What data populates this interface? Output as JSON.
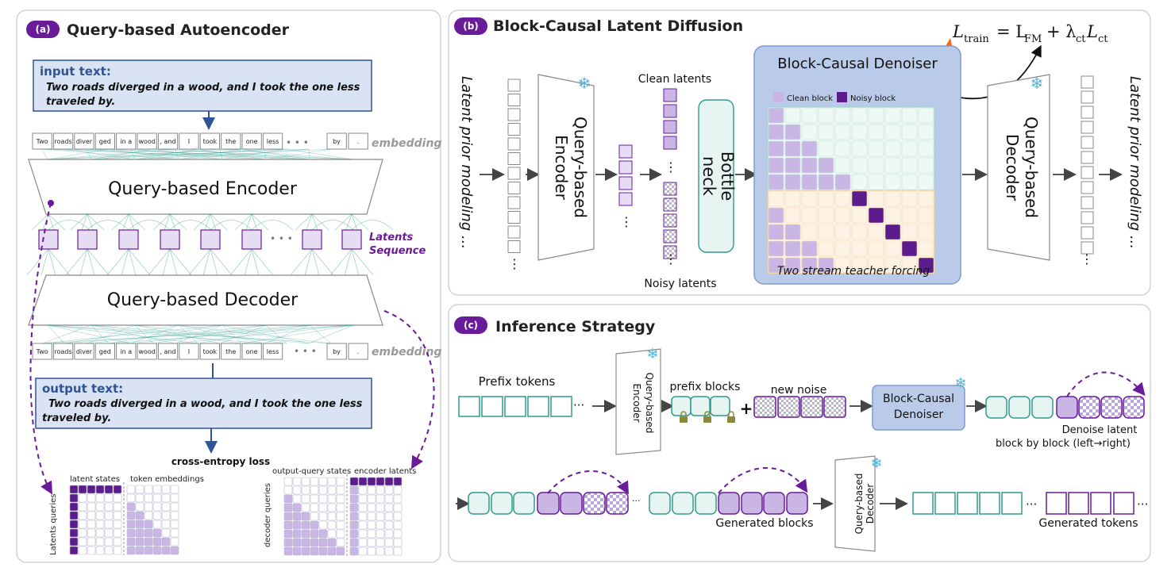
{
  "colors": {
    "panel_border": "#d2d2d2",
    "badge": "#6a1b9a",
    "lilac": "#c9b6e4",
    "light_lilac": "#e6dcf3",
    "dark_purple": "#5b1d8c",
    "teal": "#2e9c8c",
    "mint": "#e6f5f1",
    "box_blue": "#d9e3f4",
    "box_blue_border": "#2f5496",
    "denoiser_fill": "#b9cbe8",
    "denoiser_border": "#7f9ccf",
    "grey_text": "#9a9a9a",
    "cyan_icon": "#4fb5d8"
  },
  "panel_a": {
    "badge": "(a)",
    "title": "Query-based Autoencoder",
    "input_label": "input text:",
    "input_text_1": "Two roads diverged in a wood, and I took the one less",
    "input_text_2": "traveled by.",
    "tokens": [
      "Two",
      "roads",
      "diver",
      "ged",
      "in a",
      "wood",
      ", and",
      "I",
      "took",
      "the",
      "one",
      "less"
    ],
    "tokens_tail": [
      "by",
      "."
    ],
    "ellipsis": "• • •",
    "embedding_label": "embedding",
    "encoder_label": "Query-based Encoder",
    "decoder_label": "Query-based Decoder",
    "latents_label_1": "Latents",
    "latents_label_2": "Sequence",
    "latent_ellipsis": "• • •",
    "output_label": "output text:",
    "output_text_1": "Two roads diverged in a wood, and I took the one less",
    "output_text_2": "traveled by.",
    "loss_label": "cross-entropy loss",
    "mask1_label_a": "latent states",
    "mask1_label_b": "token embeddings",
    "mask1_side": "Latents queries",
    "mask2_label_a": "output-query states",
    "mask2_label_b": "encoder latents",
    "mask2_side": "decoder queries"
  },
  "panel_b": {
    "badge": "(b)",
    "title": "Block-Causal Latent Diffusion",
    "formula_lhs": "L",
    "formula_lhs_sub": "train",
    "formula_rhs": "= L",
    "formula_sub_fm": "FM",
    "formula_plus": "+ λ",
    "formula_sub_ct1": "ct",
    "formula_l": "L",
    "formula_sub_ct2": "ct",
    "left_vertical": "Latent prior modeling ...",
    "right_vertical": "Latent prior modeling ...",
    "encoder_label_1": "Query-based",
    "encoder_label_2": "Encoder",
    "decoder_label_1": "Query-based",
    "decoder_label_2": "Decoder",
    "clean_latents": "Clean latents",
    "noisy_latents": "Noisy latents",
    "bottleneck_1": "Bottle",
    "bottleneck_2": "neck",
    "denoiser_title": "Block-Causal Denoiser",
    "legend_clean": "Clean block",
    "legend_noisy": "Noisy block",
    "teacher_forcing": "Two stream teacher forcing",
    "dots": "⋮",
    "hdots": "..."
  },
  "panel_c": {
    "badge": "(c)",
    "title": "Inference Strategy",
    "prefix_tokens": "Prefix tokens",
    "encoder_label_1": "Query-based",
    "encoder_label_2": "Encoder",
    "prefix_blocks": "prefix blocks",
    "new_noise": "new noise",
    "plus": "+",
    "denoiser_1": "Block-Causal",
    "denoiser_2": "Denoiser",
    "denoise_caption_1": "Denoise latent",
    "denoise_caption_2": "block by block (left→right)",
    "generated_blocks": "Generated blocks",
    "decoder_label_1": "Query-based",
    "decoder_label_2": "Decoder",
    "generated_tokens": "Generated tokens",
    "ellipsis": "···",
    "ellipsis_wide": "...",
    "ellipsis_dots": "• • •"
  }
}
